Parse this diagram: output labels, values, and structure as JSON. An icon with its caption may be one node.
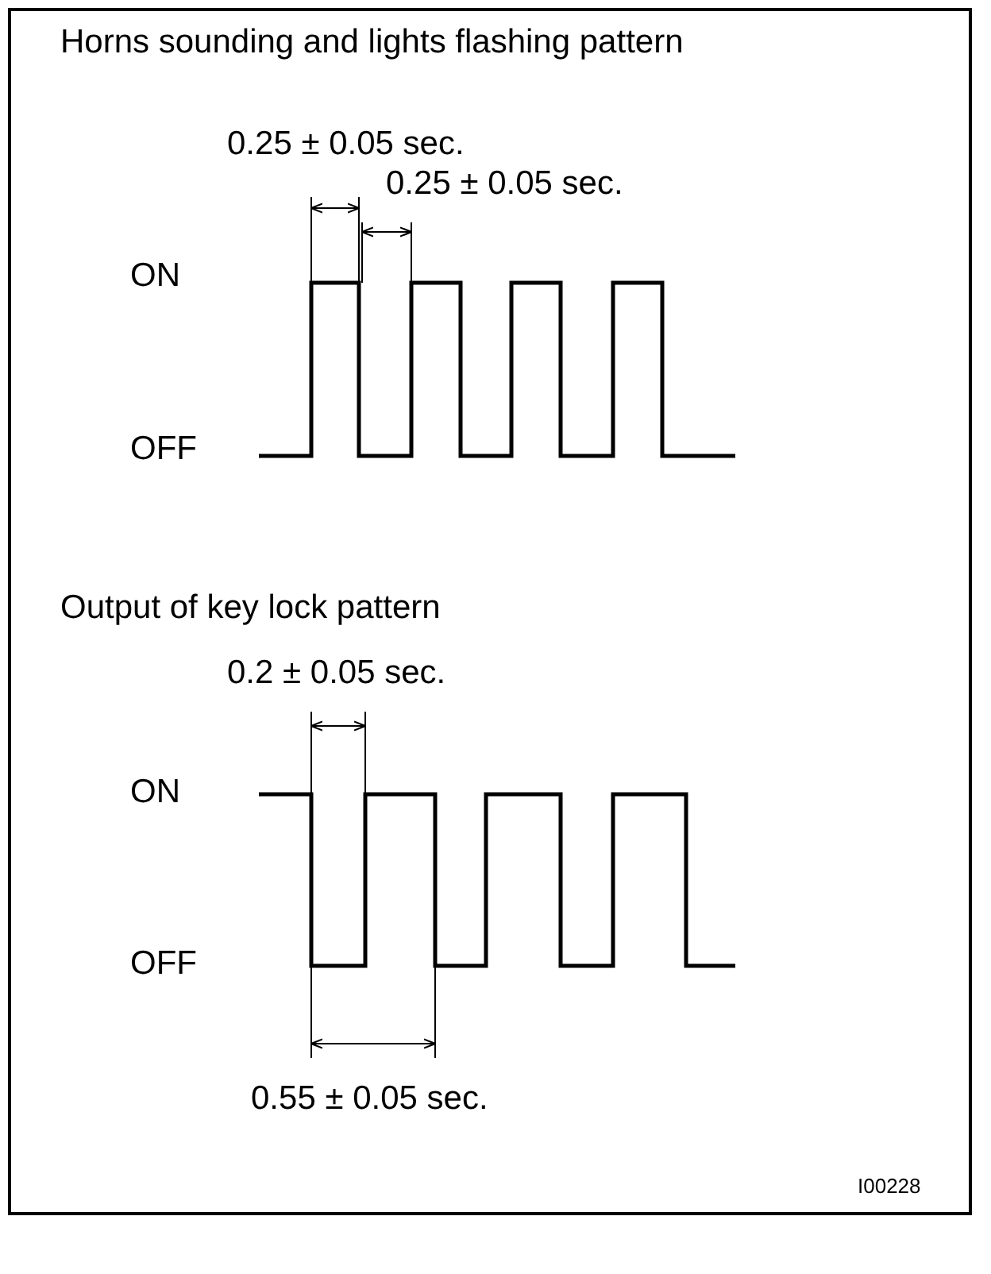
{
  "diagram": {
    "labels": [
      "Horns sounding and lights flashing pattern",
      "0.25 ± 0.05 sec.",
      "0.25 ± 0.05 sec.",
      "ON",
      "OFF",
      "Output of key lock pattern",
      "0.2 ± 0.05 sec.",
      "ON",
      "OFF",
      "0.55 ± 0.05 sec.",
      "I00228"
    ]
  }
}
